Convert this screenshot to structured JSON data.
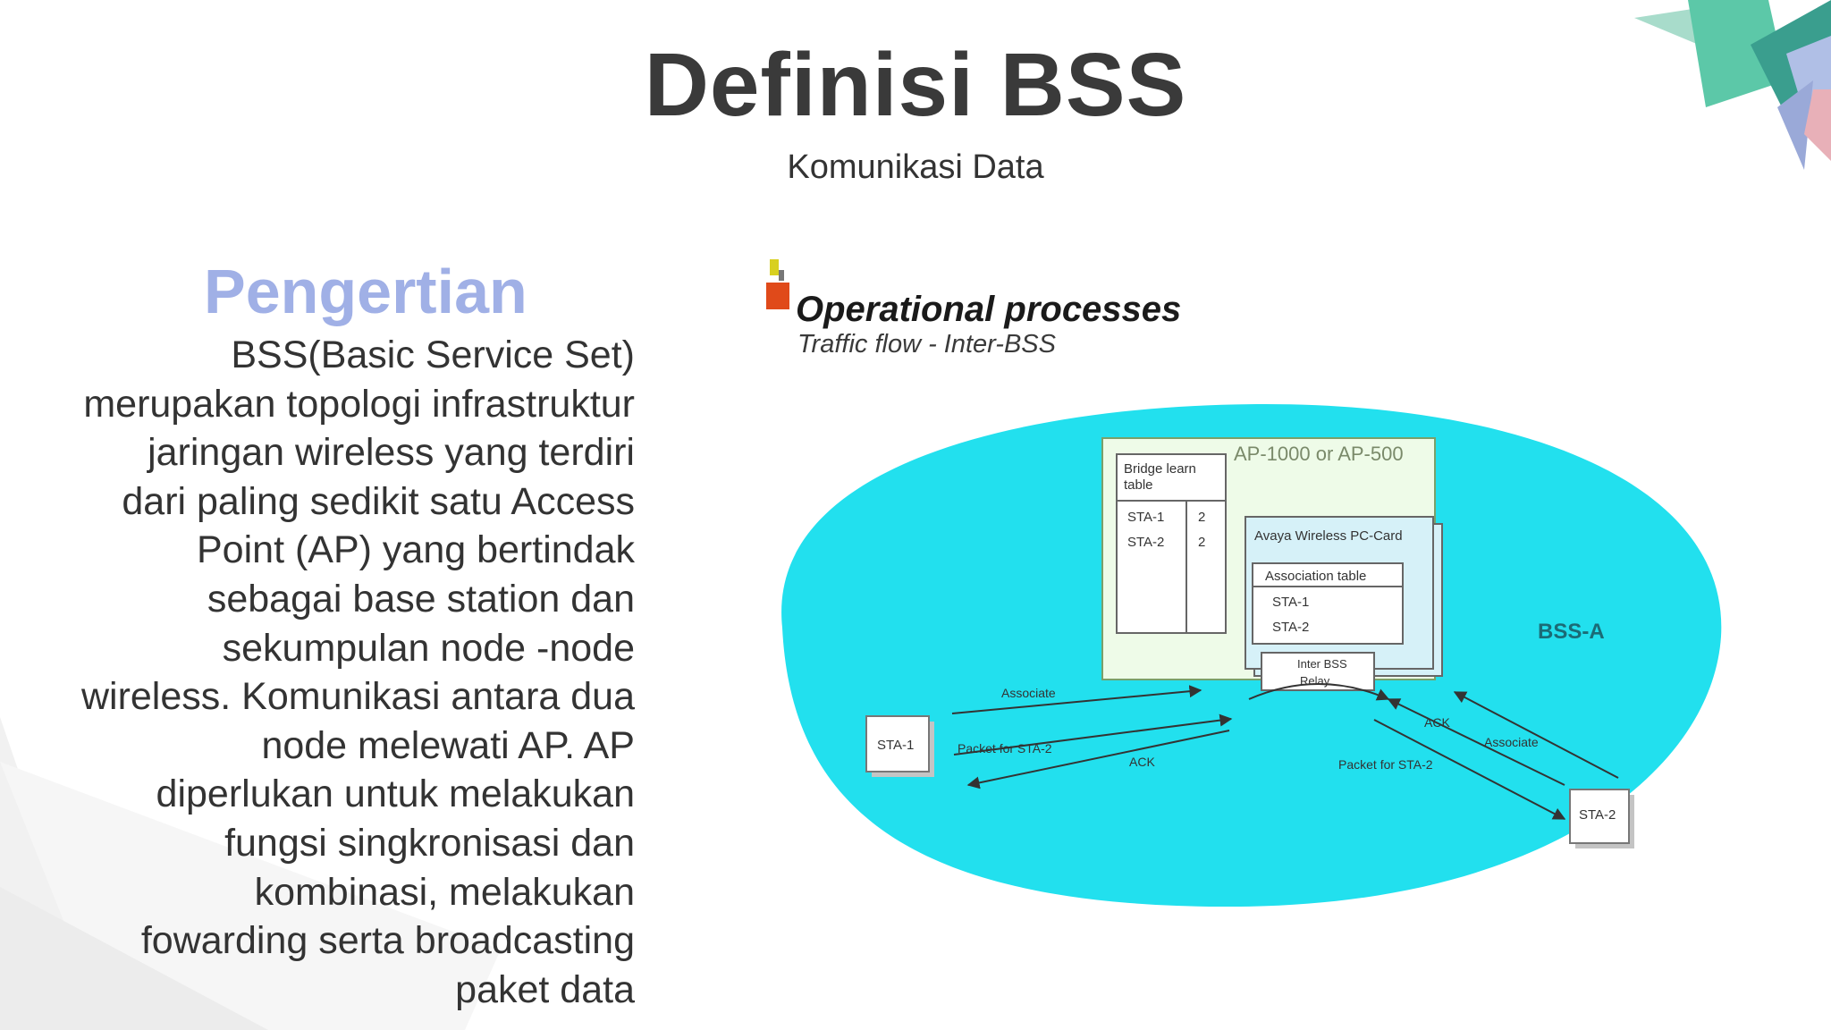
{
  "slide": {
    "title": "Definisi BSS",
    "subtitle": "Komunikasi Data"
  },
  "section": {
    "heading": "Pengertian",
    "body": "BSS(Basic Service Set) merupakan topologi infrastruktur jaringan wireless yang terdiri dari paling sedikit satu Access Point (AP) yang bertindak sebagai base station dan sekumpulan node -node wireless. Komunikasi antara dua node melewati AP. AP diperlukan untuk melakukan fungsi singkronisasi dan kombinasi, melakukan fowarding serta broadcasting paket data"
  },
  "diagram": {
    "heading": "Operational processes",
    "subheading": "Traffic flow - Inter-BSS",
    "ap_label": "AP-1000 or AP-500",
    "bridge_table": {
      "title_line1": "Bridge learn",
      "title_line2": "table",
      "rows": [
        {
          "sta": "STA-1",
          "port": "2"
        },
        {
          "sta": "STA-2",
          "port": "2"
        }
      ]
    },
    "pc_card_label": "Avaya Wireless PC-Card",
    "assoc_table": {
      "title": "Association table",
      "rows": [
        "STA-1",
        "STA-2"
      ]
    },
    "relay_line1": "Inter BSS",
    "relay_line2": "Relay",
    "bss_label": "BSS-A",
    "sta1": "STA-1",
    "sta2": "STA-2",
    "arrows": {
      "associate_left": "Associate",
      "packet_left": "Packet for STA-2",
      "ack_left": "ACK",
      "ack_right": "ACK",
      "associate_right": "Associate",
      "packet_right": "Packet for STA-2"
    }
  },
  "colors": {
    "title": "#3a3a3a",
    "heading_accent": "#a0b0e6",
    "bss_area": "#22e0ee",
    "ap_box": "#eefbe8"
  }
}
